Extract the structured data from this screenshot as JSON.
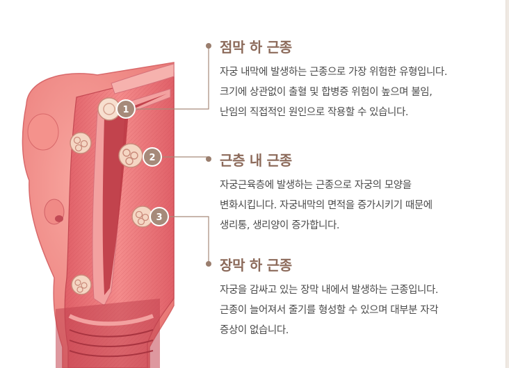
{
  "callouts": [
    {
      "number": "1",
      "title": "점막 하 근종",
      "lines": [
        "자궁 내막에 발생하는 근종으로 가장 위험한 유형입니다.",
        "크기에 상관없이 출혈 및 합병증 위험이 높으며 불임,",
        "난임의 직접적인 원인으로 작용할 수 있습니다."
      ]
    },
    {
      "number": "2",
      "title": "근층 내 근종",
      "lines": [
        "자궁근육층에 발생하는 근종으로 자궁의 모양을",
        "변화시킵니다. 자궁내막의 면적을 증가시키기 때문에",
        "생리통, 생리양이 증가합니다."
      ]
    },
    {
      "number": "3",
      "title": "장막 하 근종",
      "lines": [
        "자궁을 감싸고 있는 장막 내에서 발생하는 근종입니다.",
        "근종이 늘어져서 줄기를 형성할 수 있으며 대부분 자각",
        "증상이 없습니다."
      ]
    }
  ],
  "colors": {
    "title": "#8c6a5a",
    "marker": "#a68a7a",
    "uterus_outer": "#f08a86",
    "uterus_inner": "#d9545a",
    "text": "#4a4a4a"
  }
}
